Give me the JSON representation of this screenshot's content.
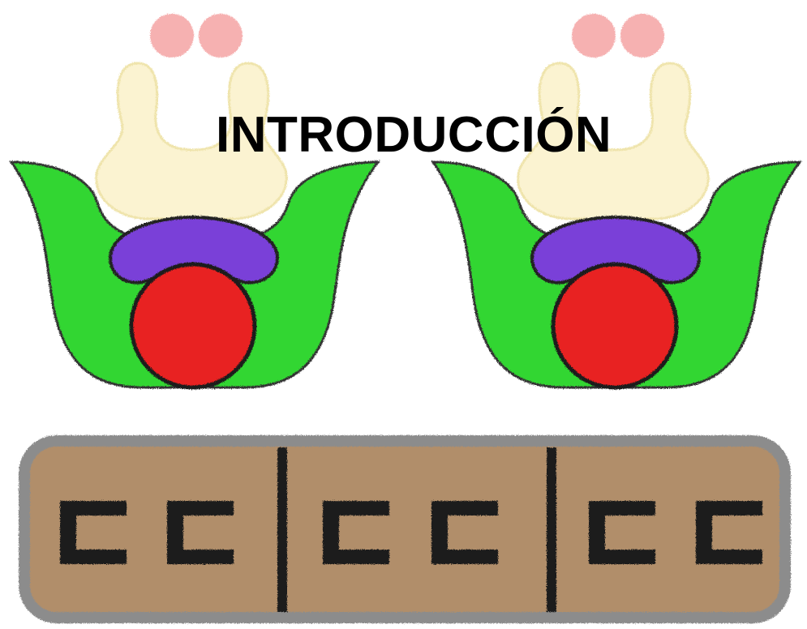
{
  "page": {
    "title": "INTRODUCCIÓN"
  },
  "illustration": {
    "glyph_count": 2,
    "glyph_colors": {
      "petal": "#2ee02e",
      "band": "#7a3fd8",
      "core": "#e82020",
      "crest": "#fbf3cf",
      "dots": "#f4a3a3",
      "outline": "#222222"
    },
    "band_panel": {
      "segments": 3,
      "fill": "#b18e6b",
      "border": "#8c8c8c",
      "glyph_color": "#1e1e1e"
    }
  }
}
